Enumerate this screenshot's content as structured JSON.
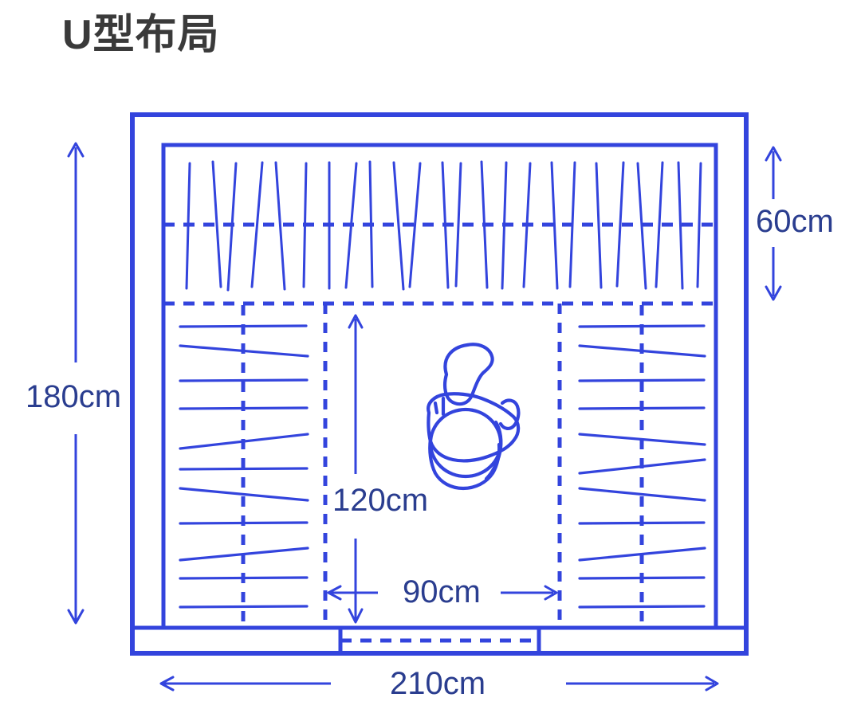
{
  "page": {
    "title": "U型布局",
    "title_color": "#3a3a3a",
    "background": "#ffffff"
  },
  "colors": {
    "line": "#3344dd",
    "line_dark": "#2a3d8f",
    "text": "#2a3d8f",
    "title": "#3a3a3a"
  },
  "diagram": {
    "type": "floor-plan",
    "name": "U-shaped walk-in closet layout",
    "outer_room": {
      "label": "outer-wall"
    },
    "inner_cabinet": {
      "label": "cabinet-outline"
    },
    "zones": [
      {
        "name": "top-hanging-zone",
        "content": "hanging-rod-clothes",
        "depth_cm": 60
      },
      {
        "name": "left-shelf-zone",
        "content": "shelves"
      },
      {
        "name": "right-shelf-zone",
        "content": "shelves"
      },
      {
        "name": "center-walkway",
        "content": "person-standing"
      }
    ],
    "person": {
      "name": "person-top-view"
    }
  },
  "dimensions": {
    "height_overall": {
      "value": "180cm",
      "orientation": "vertical",
      "position": "left"
    },
    "top_depth": {
      "value": "60cm",
      "orientation": "vertical",
      "position": "right"
    },
    "walkway_depth": {
      "value": "120cm",
      "orientation": "vertical",
      "position": "center"
    },
    "walkway_width": {
      "value": "90cm",
      "orientation": "horizontal",
      "position": "center-bottom"
    },
    "width_overall": {
      "value": "210cm",
      "orientation": "horizontal",
      "position": "bottom"
    }
  }
}
